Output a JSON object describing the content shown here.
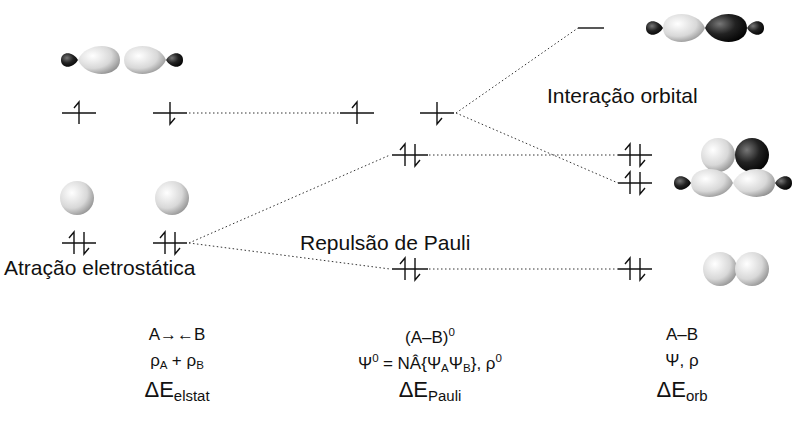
{
  "diagram": {
    "labels": [
      "Interação orbital",
      "Repulsão de Pauli",
      "Atração eletrostática",
      "A→←B",
      "ρ",
      "A",
      "+ ρ",
      "B",
      "ΔE",
      "elstat",
      "(A–B)",
      "0",
      "Ψ",
      "0",
      "= NÂ{Ψ",
      "A",
      "Ψ",
      "B",
      "}, ρ",
      "0",
      "ΔE",
      "Pauli",
      "A–B",
      "Ψ, ρ",
      "ΔE",
      "orb"
    ]
  }
}
